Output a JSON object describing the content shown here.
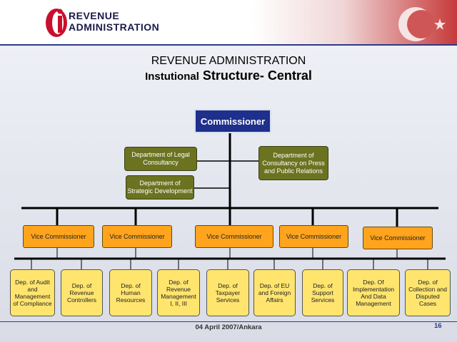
{
  "header": {
    "logo_line1": "REVENUE",
    "logo_line2": "ADMINISTRATION",
    "brand_color": "#c8102e",
    "flag_color": "#c63a3a"
  },
  "title": {
    "line1": "REVENUE ADMINISTRATION",
    "line2_part1": "Instutional",
    "line2_part2": "Structure- Central"
  },
  "org": {
    "commissioner": "Commissioner",
    "advisors": {
      "legal": "Department of Legal Consultancy",
      "strategic": "Department of Strategic Development",
      "press": "Department of Consultancy on Press and Public Relations"
    },
    "vice_commissioners": [
      "Vice Commissioner",
      "Vice Commissioner",
      "Vice Commissioner",
      "Vice Commissioner",
      "Vice Commissioner"
    ],
    "departments": [
      "Dep. of Audit and Management of Compliance",
      "Dep. of Revenue Controllers",
      "Dep. of Human Resources",
      "Dep. of Revenue Management I, II, III",
      "Dep. of Taxpayer Services",
      "Dep. of EU and Foreign Affairs",
      "Dep. of Support Services",
      "Dep. Of Implementation And Data Management",
      "Dep. of Collection and Disputed Cases"
    ]
  },
  "footer": {
    "date": "04 April 2007/Ankara",
    "page": "16"
  }
}
